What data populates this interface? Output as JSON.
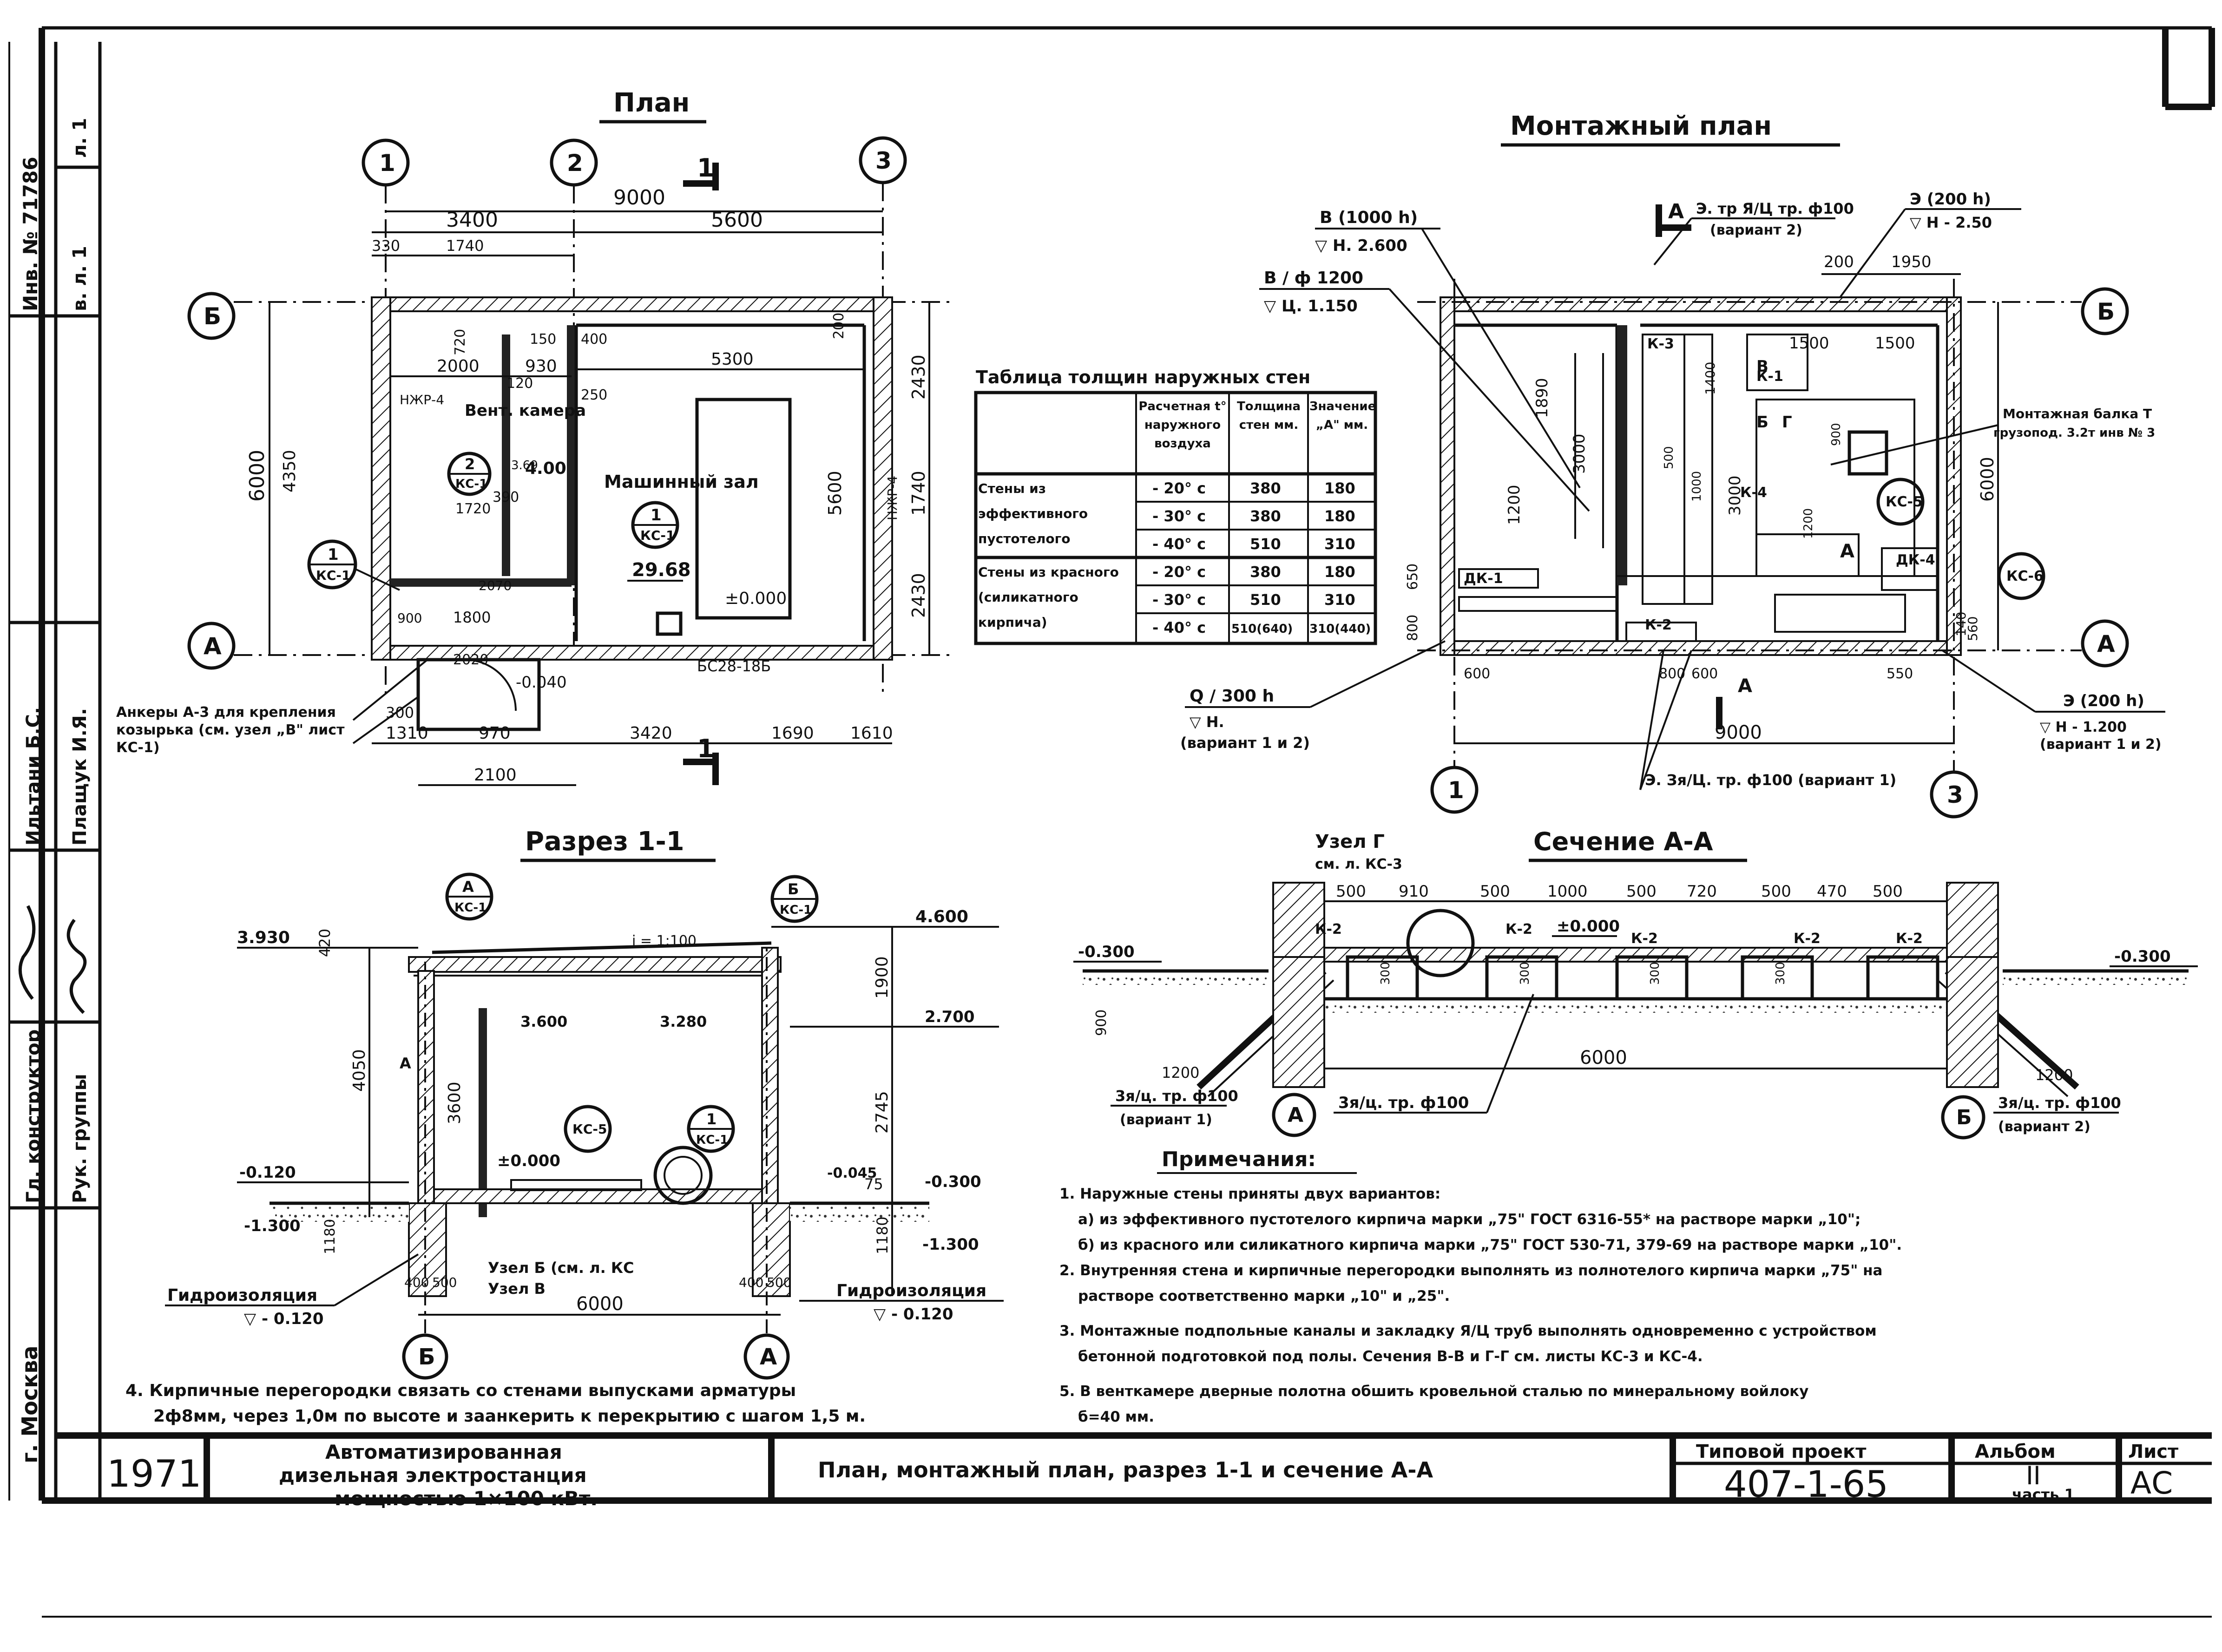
{
  "drawing": {
    "plan_title": "План",
    "mount_title": "Монтажный план",
    "section_title": "Разрез 1-1",
    "cut_title": "Сечение А-А",
    "node_title": "Узел Г",
    "node_ref": "см. л. КС-3"
  },
  "plan": {
    "axes": [
      "1",
      "2",
      "3"
    ],
    "rows": [
      "Б",
      "А"
    ],
    "cut_mark": "1",
    "dims_top": [
      "9000",
      "3400",
      "5600",
      "330",
      "1740"
    ],
    "dims_bottom": [
      "1310",
      "970",
      "3420",
      "1690",
      "1610",
      "2100",
      "300"
    ],
    "dims_left": [
      "6000",
      "4350"
    ],
    "dims_right": [
      "2430",
      "1740",
      "2430",
      "5600"
    ],
    "inner_dims": [
      "2000",
      "930",
      "5300",
      "720",
      "150",
      "400",
      "250",
      "200",
      "120",
      "1720",
      "390",
      "1800",
      "900",
      "2020",
      "2070"
    ],
    "vent_room": "Вент. камера",
    "vent_area": "4.00",
    "vent_area_mark": "3.69",
    "vent_callout": [
      "2",
      "КС-1"
    ],
    "machine_room": "Машинный зал",
    "machine_callout": [
      "1",
      "КС-1"
    ],
    "machine_area": "29.68",
    "left_callout": [
      "1",
      "КС-1"
    ],
    "level_zero": "±0.000",
    "level_minus": "-0.040",
    "window_top": "НЖР-4",
    "window_right": "НЖР-4",
    "lintel": "БС28-18Б",
    "anchors_note": "Анкеры А-3 для крепления козырька (см. узел „В\" лист КС-1)"
  },
  "mount": {
    "axes": [
      "1",
      "3"
    ],
    "rows": [
      "Б",
      "А"
    ],
    "dims_top": [
      "200",
      "1950",
      "1500",
      "1500"
    ],
    "dims_bottom": [
      "9000",
      "600",
      "800",
      "550",
      "600"
    ],
    "dim_left": [
      "1890",
      "1200",
      "800",
      "650"
    ],
    "dim_center": [
      "3000",
      "3000",
      "1400",
      "1000",
      "500",
      "900",
      "1200"
    ],
    "dim_right": [
      "6000",
      "560",
      "140"
    ],
    "callouts": [
      {
        "text": "В (1000 h)",
        "sub": "▽ Н. 2.600"
      },
      {
        "text": "В / ф 1200",
        "sub": "▽ Ц. 1.150"
      },
      {
        "text": "Э. тр Я/Ц тр. ф100",
        "sub": "(вариант 2)"
      },
      {
        "text": "Э (200 h)",
        "sub": "▽ Н - 2.50"
      },
      {
        "text": "Монтажная балка Т",
        "sub": "грузопод. 3.2т инв № 3"
      },
      {
        "text": "Q / 300 h",
        "sub": "▽ Н."
      },
      {
        "text": "(вариант 1 и 2)",
        "sub": ""
      },
      {
        "text": "Э (200 h)",
        "sub": "▽ Н - 1.200"
      },
      {
        "text": "(вариант 1 и 2)",
        "sub": ""
      },
      {
        "text": "Э. Зя/Ц. тр. ф100 (вариант 1)",
        "sub": ""
      }
    ],
    "kc5": "КС-5",
    "kc6": "КС-6",
    "labels": [
      "К-3",
      "К-1",
      "К-4",
      "К-2",
      "ДК-1",
      "ДК-4",
      "Б",
      "Г",
      "В",
      "А",
      "А"
    ]
  },
  "table": {
    "title": "Таблица толщин наружных стен",
    "headers": [
      "",
      "Расчетная t° наружного воздуха",
      "Толщина стен мм.",
      "Значение „А\" мм."
    ],
    "rows": [
      [
        "Стены из эффективного пустотелого кирпича",
        "- 20° с",
        "380",
        "180"
      ],
      [
        "",
        "- 30° с",
        "380",
        "180"
      ],
      [
        "",
        "- 40° с",
        "510",
        "310"
      ],
      [
        "Стены из красного (силикатного кирпича)",
        "- 20° с",
        "380",
        "180"
      ],
      [
        "",
        "- 30° с",
        "510",
        "310"
      ],
      [
        "",
        "- 40° с",
        "510(640)",
        "310(440)"
      ]
    ]
  },
  "section": {
    "levels": [
      "3.930",
      "4.600",
      "3.600",
      "3.280",
      "2.700",
      "±0.000",
      "-0.120",
      "-1.300",
      "-0.045",
      "-0.300",
      "-1.300"
    ],
    "dims_right": [
      "1900",
      "2745",
      "75",
      "1180"
    ],
    "dims_left": [
      "4050",
      "3600",
      "420",
      "1180"
    ],
    "dims_bottom": [
      "6000",
      "400",
      "500",
      "400",
      "500"
    ],
    "slope": "i = 1:100",
    "callouts": [
      [
        "А",
        "КС-1"
      ],
      [
        "Б",
        "КС-1"
      ],
      [
        "КС-5"
      ],
      [
        "1",
        "КС-1"
      ]
    ],
    "axes": [
      "Б",
      "А"
    ],
    "waterproof_left": "Гидроизоляция",
    "waterproof_left_lvl": "▽ - 0.120",
    "waterproof_right": "Гидроизоляция",
    "waterproof_right_lvl": "▽ - 0.120",
    "node_b": "Узел Б (см. л. КС",
    "node_v": "Узел В",
    "letter_a": "А"
  },
  "cut": {
    "dims_top": [
      "500",
      "910",
      "500",
      "1000",
      "500",
      "720",
      "500",
      "470",
      "500"
    ],
    "k_labels": [
      "К-2",
      "К-2",
      "К-2",
      "К-2",
      "К-2"
    ],
    "levels": [
      "-0.300",
      "±0.000",
      "-0.300"
    ],
    "dims_misc": [
      "900",
      "1200",
      "6000",
      "1200",
      "300",
      "300",
      "300",
      "300"
    ],
    "pipe_left": "3я/ц. тр. ф100",
    "pipe_left_var": "(вариант 1)",
    "pipe_center": "3я/ц. тр. ф100",
    "pipe_right": "3я/ц. тр. ф100",
    "pipe_right_var": "(вариант 2)",
    "axes": [
      "А",
      "Б"
    ]
  },
  "notes": {
    "title": "Примечания:",
    "items": [
      "1. Наружные стены приняты двух вариантов:",
      "а) из эффективного пустотелого кирпича марки „75\" ГОСТ 6316-55* на растворе марки „10\";",
      "б) из красного или силикатного кирпича марки „75\" ГОСТ 530-71, 379-69 на растворе марки „10\".",
      "2. Внутренняя стена и кирпичные перегородки выполнять из полнотелого кирпича марки „75\" на",
      "растворе соответственно марки „10\" и „25\".",
      "3. Монтажные подпольные каналы и закладку Я/Ц труб выполнять одновременно с устройством",
      "бетонной подготовкой под полы. Сечения В-В и Г-Г см. листы КС-3 и КС-4.",
      "5. В венткамере дверные полотна обшить кровельной сталью по минеральному войлоку",
      "б=40 мм."
    ],
    "note4a": "4. Кирпичные перегородки связать со стенами выпусками арматуры",
    "note4b": "2ф8мм, через 1,0м по высоте и заанкерить к перекрытию с шагом 1,5 м."
  },
  "titleblock": {
    "year": "1971",
    "project_name_1": "Автоматизированная",
    "project_name_2": "дизельная электростанция",
    "project_name_3": "мощностью 1×100 кВт.",
    "sheet_title": "План, монтажный план, разрез 1-1 и сечение А-А",
    "type_label": "Типовой проект",
    "type_value": "407-1-65",
    "album_label": "Альбом",
    "album_value": "II",
    "album_part": "часть 1",
    "sheet_label": "Лист",
    "sheet_value": "АС"
  },
  "sidebar": {
    "city": "г. Москва",
    "role1": "Гл. конструктор",
    "role2": "Рук. группы",
    "name1": "Ильтани Б.С.",
    "name2": "Плащук И.Я.",
    "inv": "Инв. № 71786",
    "sheet_a": "л. 1",
    "sheet_b": "в. л. 1"
  }
}
